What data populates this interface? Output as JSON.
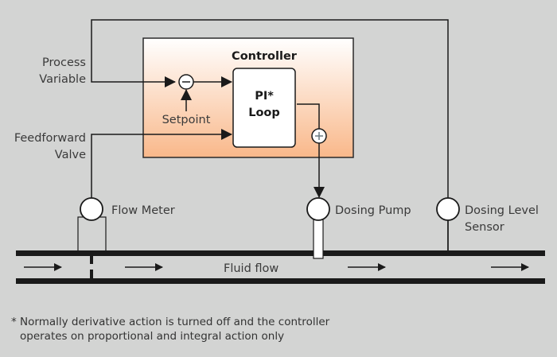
{
  "diagram": {
    "controller": {
      "title": "Controller",
      "pi_loop_line1": "PI*",
      "pi_loop_line2": "Loop",
      "setpoint": "Setpoint",
      "summing_minus": "−",
      "summing_plus": "+"
    },
    "inputs": {
      "process_variable_line1": "Process",
      "process_variable_line2": "Variable",
      "feedforward_line1": "Feedforward",
      "feedforward_line2": "Valve"
    },
    "instruments": {
      "flow_meter": "Flow Meter",
      "dosing_pump": "Dosing Pump",
      "dosing_level_sensor_line1": "Dosing Level",
      "dosing_level_sensor_line2": "Sensor"
    },
    "pipe": {
      "label": "Fluid flow"
    },
    "footnote": {
      "line1": "* Normally derivative action is turned off and the controller",
      "line2": "operates on proportional and integral action only"
    },
    "colors": {
      "background": "#d3d4d3",
      "controller_gradient_top": "#ffffff",
      "controller_gradient_bottom": "#f9b88a",
      "line": "#1a1a1a"
    }
  }
}
